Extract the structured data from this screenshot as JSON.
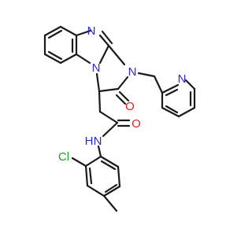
{
  "molecule": {
    "atoms": [
      {
        "id": "a1",
        "label": "N",
        "color": "#2a2ad6"
      },
      {
        "id": "a2",
        "label": "N",
        "color": "#2a2ad6"
      },
      {
        "id": "a3",
        "label": "N",
        "color": "#2a2ad6"
      },
      {
        "id": "a4",
        "label": "N",
        "color": "#2a2ad6"
      },
      {
        "id": "a5",
        "label": "O",
        "color": "#e02020"
      },
      {
        "id": "a6",
        "label": "O",
        "color": "#e02020"
      },
      {
        "id": "a7",
        "label": "H",
        "color": "#2a2ad6"
      },
      {
        "id": "a8",
        "label": "N",
        "color": "#2a2ad6"
      },
      {
        "id": "a9",
        "label": "Cl",
        "color": "#22a022"
      }
    ],
    "bond_color": "#1a1a1a"
  }
}
